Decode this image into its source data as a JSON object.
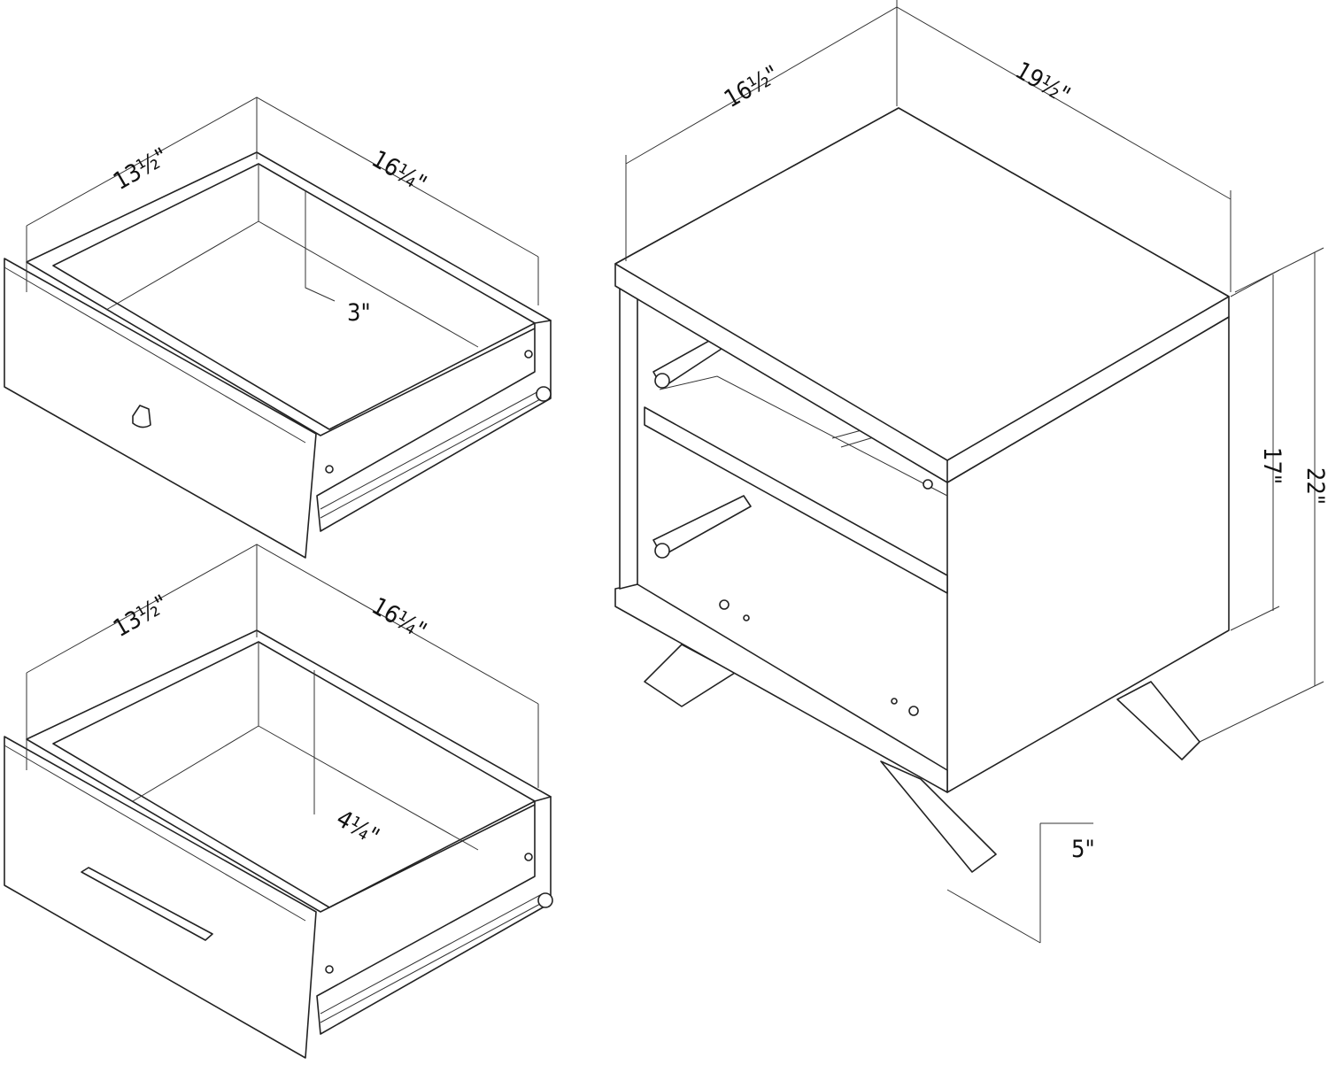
{
  "title": "Nightstand dimension diagram",
  "top_drawer": {
    "depth": "13½\"",
    "width": "16¼\"",
    "inner_height": "3\"",
    "handle": "knob-icon"
  },
  "bottom_drawer": {
    "depth": "13½\"",
    "width": "16¼\"",
    "inner_height": "4¼\"",
    "handle": "bar-handle-icon"
  },
  "cabinet": {
    "depth": "16½\"",
    "width": "19½\"",
    "body_height": "17\"",
    "total_height": "22\"",
    "leg_height": "5\""
  }
}
